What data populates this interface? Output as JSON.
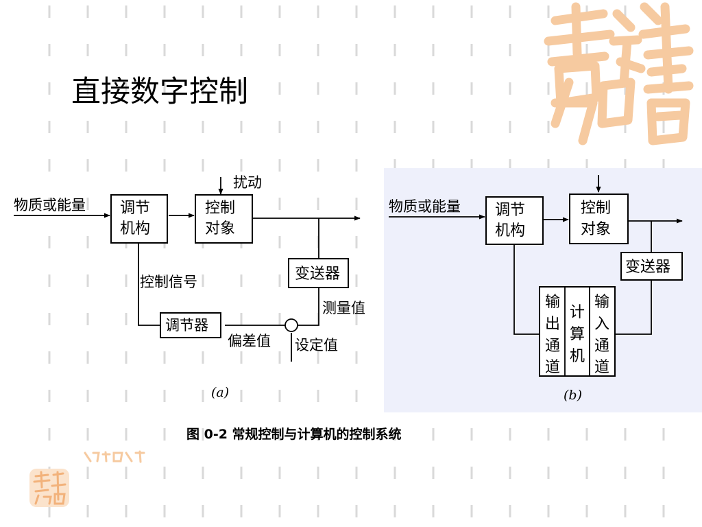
{
  "slide": {
    "title": "直接数字控制"
  },
  "figure_a": {
    "disturbance": "扰动",
    "input": "物质或能量",
    "actuator": [
      "调节",
      "机构"
    ],
    "plant": [
      "控制",
      "对象"
    ],
    "transmitter": "变送器",
    "control_signal": "控制信号",
    "controller": "调节器",
    "measured_value": "测量值",
    "deviation": "偏差值",
    "setpoint": "设定值",
    "label": "(a)"
  },
  "figure_b": {
    "input": "物质或能量",
    "actuator": [
      "调节",
      "机构"
    ],
    "plant": [
      "控制",
      "对象"
    ],
    "transmitter": "变送器",
    "output_channel": [
      "输",
      "出",
      "通",
      "道"
    ],
    "computer": [
      "计",
      "算",
      "机"
    ],
    "input_channel": [
      "输",
      "入",
      "通",
      "道"
    ],
    "label": "(b)"
  },
  "caption": "图 0-2   常规控制与计算机的控制系统",
  "colors": {
    "panel_b": "#eef0fb",
    "dash": "#d9d9d9",
    "seal": "#f6caa0"
  }
}
